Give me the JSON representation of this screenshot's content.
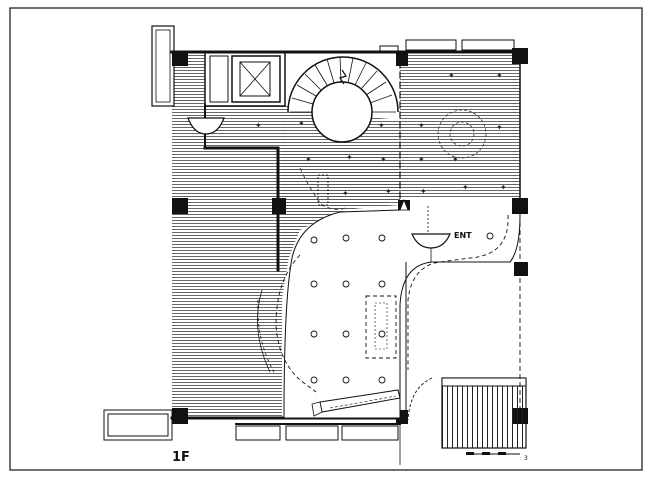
{
  "plan": {
    "floor_label": "1F",
    "entrance_label": "ENT",
    "scale_end_label": "3"
  },
  "colors": {
    "ink": "#111111",
    "hatch": "#555555",
    "paper": "#ffffff"
  },
  "icons": {
    "stair": "spiral-stair-icon",
    "elevator": "elevator-icon",
    "downlight": "downlight-icon"
  }
}
